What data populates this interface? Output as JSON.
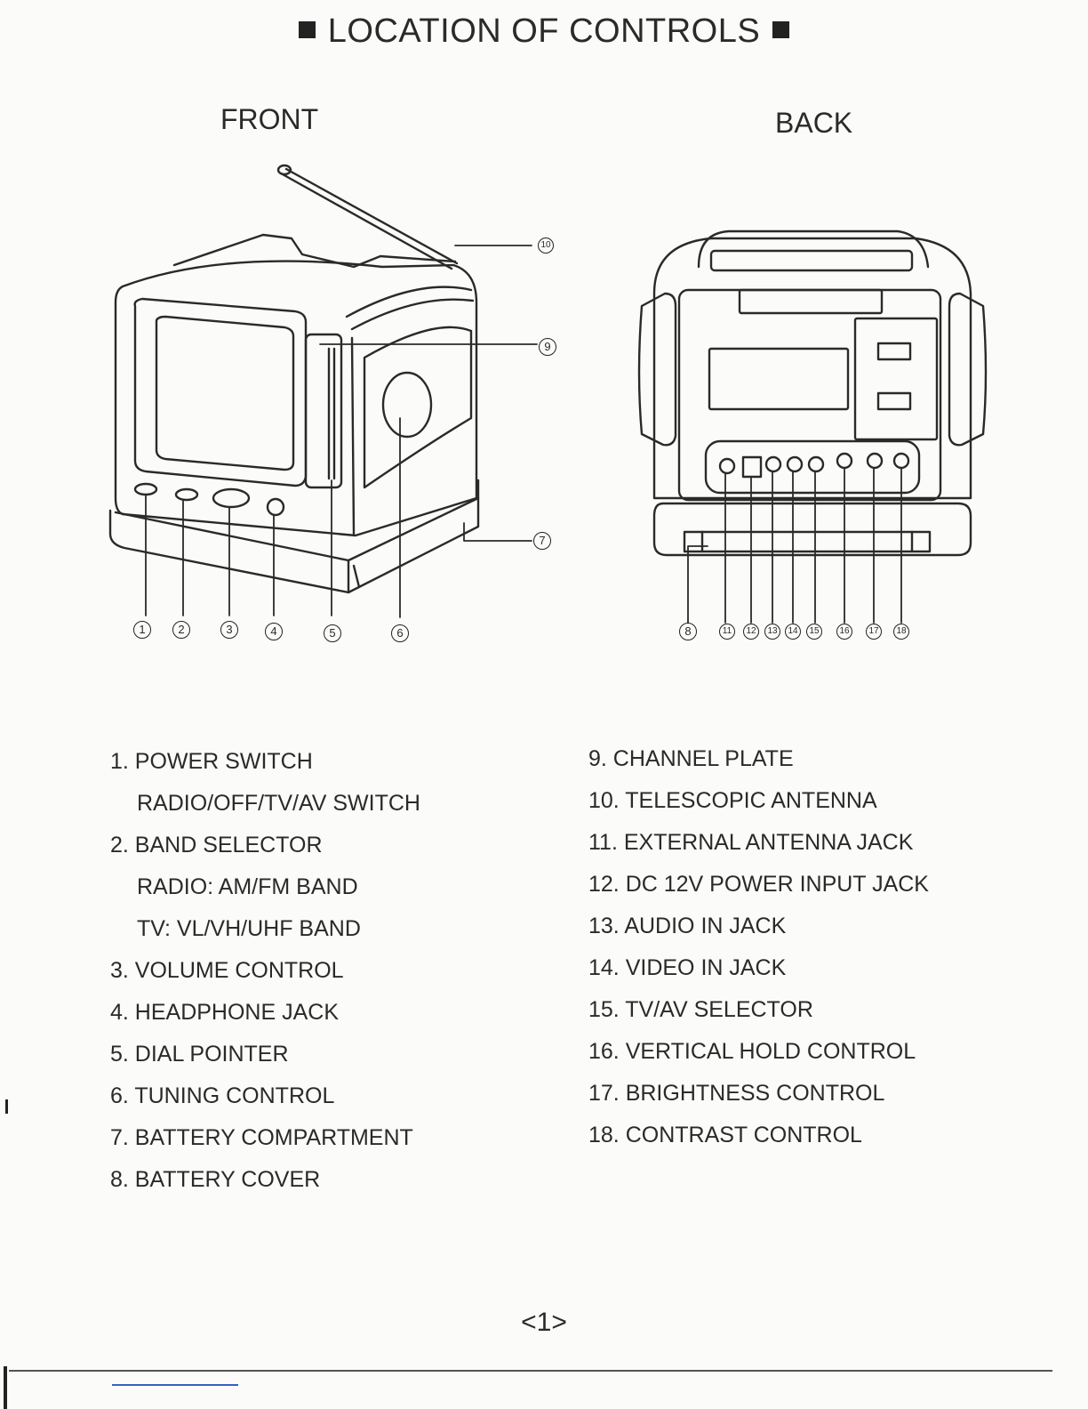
{
  "title": "LOCATION OF CONTROLS",
  "front_label": "FRONT",
  "back_label": "BACK",
  "callouts_front": [
    "1",
    "2",
    "3",
    "4",
    "5",
    "6",
    "7",
    "9",
    "10"
  ],
  "callouts_back": [
    "8",
    "11",
    "12",
    "13",
    "14",
    "15",
    "16",
    "17",
    "18"
  ],
  "list_left": [
    {
      "text": "1. POWER SWITCH",
      "indent": false
    },
    {
      "text": "RADIO/OFF/TV/AV SWITCH",
      "indent": true
    },
    {
      "text": "2. BAND SELECTOR",
      "indent": false
    },
    {
      "text": "RADIO: AM/FM BAND",
      "indent": true
    },
    {
      "text": "TV: VL/VH/UHF BAND",
      "indent": true
    },
    {
      "text": "3. VOLUME CONTROL",
      "indent": false
    },
    {
      "text": "4. HEADPHONE JACK",
      "indent": false
    },
    {
      "text": "5. DIAL POINTER",
      "indent": false
    },
    {
      "text": "6. TUNING CONTROL",
      "indent": false
    },
    {
      "text": "7. BATTERY COMPARTMENT",
      "indent": false
    },
    {
      "text": "8. BATTERY  COVER",
      "indent": false
    }
  ],
  "list_right": [
    "9. CHANNEL PLATE",
    "10. TELESCOPIC  ANTENNA",
    "11. EXTERNAL ANTENNA JACK",
    "12. DC 12V POWER INPUT JACK",
    "13. AUDIO IN JACK",
    "14. VIDEO IN JACK",
    "15. TV/AV SELECTOR",
    "16. VERTICAL HOLD CONTROL",
    "17. BRIGHTNESS CONTROL",
    "18. CONTRAST CONTROL"
  ],
  "page_number": "<1>"
}
